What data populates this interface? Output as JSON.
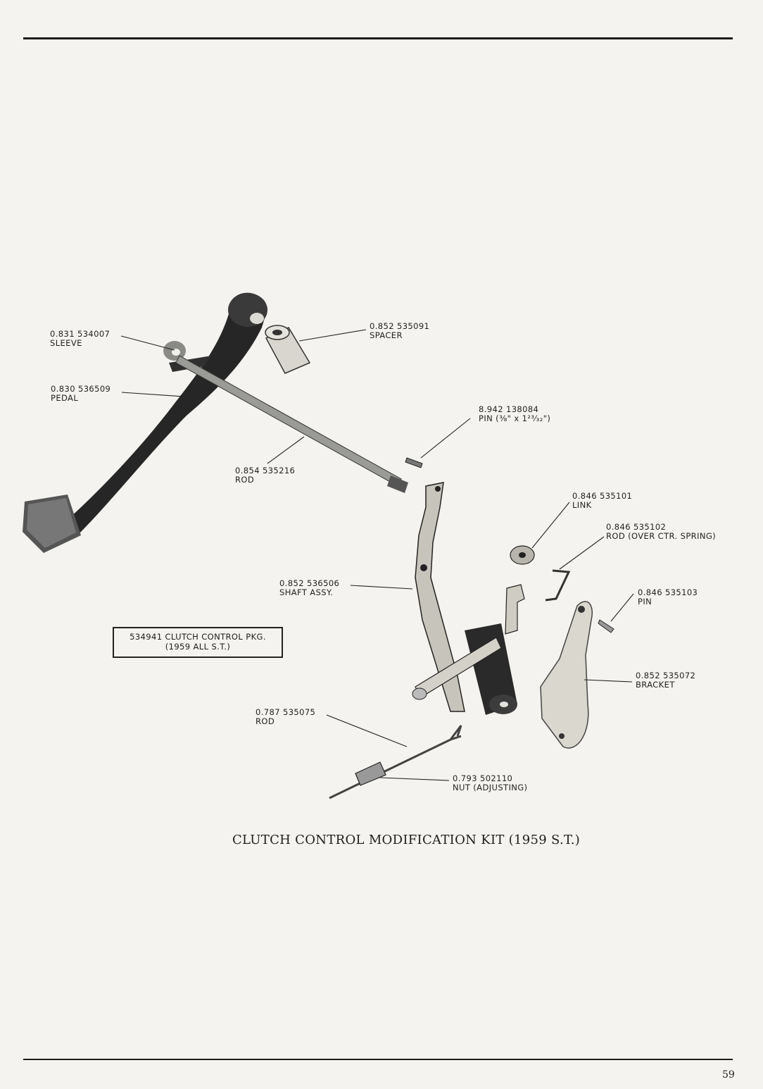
{
  "parts": [
    {
      "number": "0.831 534007",
      "name": "SLEEVE"
    },
    {
      "number": "0.852 535091",
      "name": "SPACER"
    },
    {
      "number": "0.830 536509",
      "name": "PEDAL"
    },
    {
      "number": "8.942 138084",
      "name": "PIN (⅜\" x 1²³⁄₃₂\")"
    },
    {
      "number": "0.854 535216",
      "name": "ROD"
    },
    {
      "number": "0.846 535101",
      "name": "LINK"
    },
    {
      "number": "0.846 535102",
      "name": "ROD (OVER CTR. SPRING)"
    },
    {
      "number": "0.852 536506",
      "name": "SHAFT ASSY."
    },
    {
      "number": "0.846 535103",
      "name": "PIN"
    },
    {
      "number": "0.852 535072",
      "name": "BRACKET"
    },
    {
      "number": "0.787 535075",
      "name": "ROD"
    },
    {
      "number": "0.793 502110",
      "name": "NUT (ADJUSTING)"
    }
  ],
  "package_box": {
    "line1": "534941 CLUTCH CONTROL PKG.",
    "line2": "(1959 ALL S.T.)"
  },
  "caption": "CLUTCH CONTROL MODIFICATION KIT (1959 S.T.)",
  "page_number": "59"
}
